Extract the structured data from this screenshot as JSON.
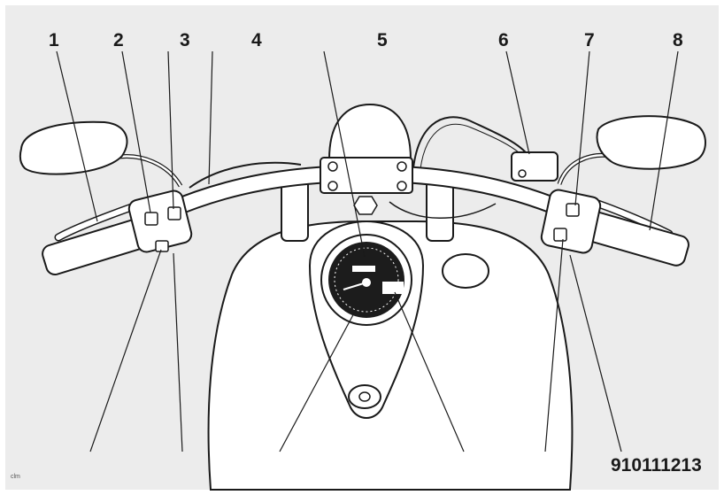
{
  "figure": {
    "callouts_top": [
      "1",
      "2",
      "3",
      "4",
      "5",
      "6",
      "7",
      "8"
    ],
    "callouts_bottom": "910111213",
    "code": "clm",
    "colors": {
      "background": "#ececec",
      "line": "#1a1a1a",
      "fill": "#ffffff",
      "dial": "#1c1c1c"
    }
  }
}
